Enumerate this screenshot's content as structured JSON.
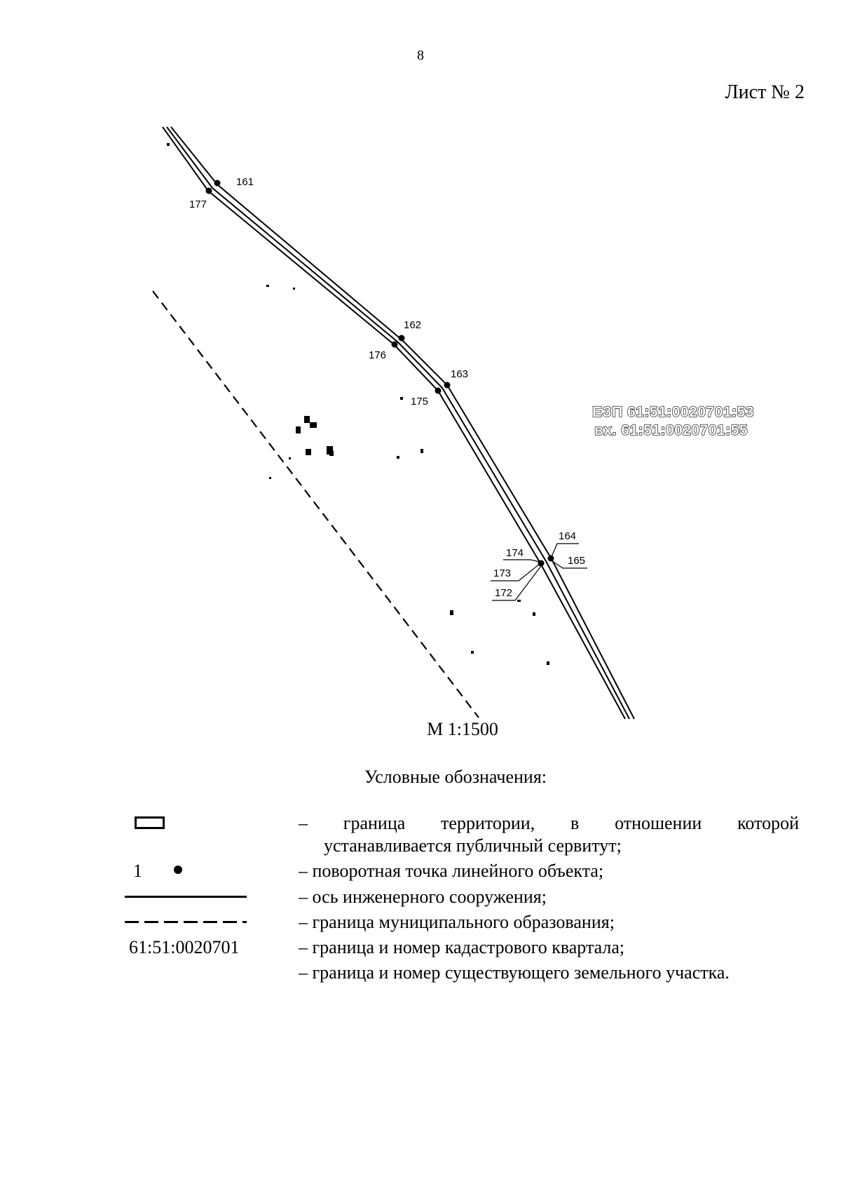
{
  "header": {
    "page_number": "8",
    "sheet_label": "Лист № 2"
  },
  "map": {
    "points": [
      {
        "id": "161",
        "label": "161"
      },
      {
        "id": "162",
        "label": "162"
      },
      {
        "id": "163",
        "label": "163"
      },
      {
        "id": "164",
        "label": "164"
      },
      {
        "id": "165",
        "label": "165"
      },
      {
        "id": "172",
        "label": "172"
      },
      {
        "id": "173",
        "label": "173"
      },
      {
        "id": "174",
        "label": "174"
      },
      {
        "id": "175",
        "label": "175"
      },
      {
        "id": "176",
        "label": "176"
      },
      {
        "id": "177",
        "label": "177"
      }
    ],
    "parcel_labels": {
      "line1": "ЕЗП 61:51:0020701:53",
      "line2": "вх. 61:51:0020701:55"
    },
    "scale": "М 1:1500"
  },
  "legend": {
    "title": "Условные обозначения:",
    "items": [
      {
        "symbol": "rectangle",
        "text_line1": "– граница территории, в отношении которой",
        "text_line2": "устанавливается публичный сервитут;"
      },
      {
        "symbol": "point",
        "symbol_text": "1",
        "text": "– поворотная точка линейного объекта;"
      },
      {
        "symbol": "solid-line",
        "text": "– ось инженерного сооружения;"
      },
      {
        "symbol": "dashed-line",
        "text": "– граница муниципального образования;"
      },
      {
        "symbol": "cadastral-number",
        "symbol_text": "61:51:0020701",
        "text": "– граница и номер кадастрового квартала;"
      },
      {
        "symbol": "none",
        "text": "– граница и номер существующего земельного участка."
      }
    ]
  }
}
